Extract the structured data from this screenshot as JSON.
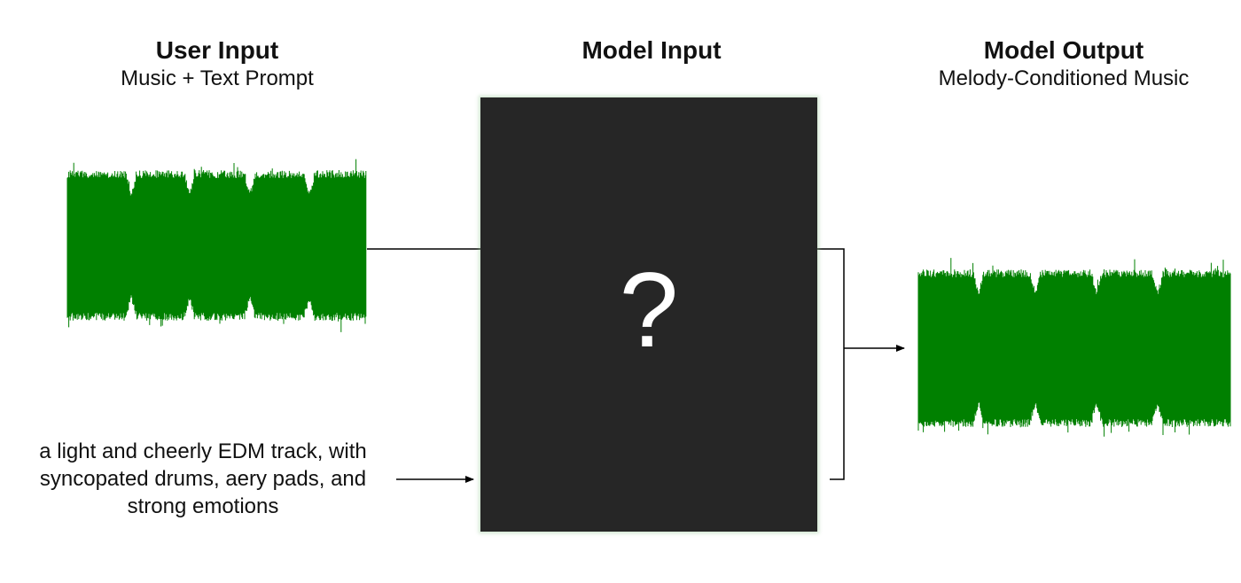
{
  "columns": {
    "user_input": {
      "title": "User Input",
      "subtitle": "Music + Text Prompt"
    },
    "model_input": {
      "title": "Model Input"
    },
    "model_output": {
      "title": "Model Output",
      "subtitle": "Melody-Conditioned Music"
    }
  },
  "black_box": {
    "symbol": "?"
  },
  "text_prompt": {
    "lines": [
      "a light and cheerly EDM track, with",
      "syncopated drums, aery pads, and",
      "strong emotions"
    ]
  },
  "colors": {
    "waveform": "#008000",
    "box": "#262626",
    "line": "#000000"
  }
}
